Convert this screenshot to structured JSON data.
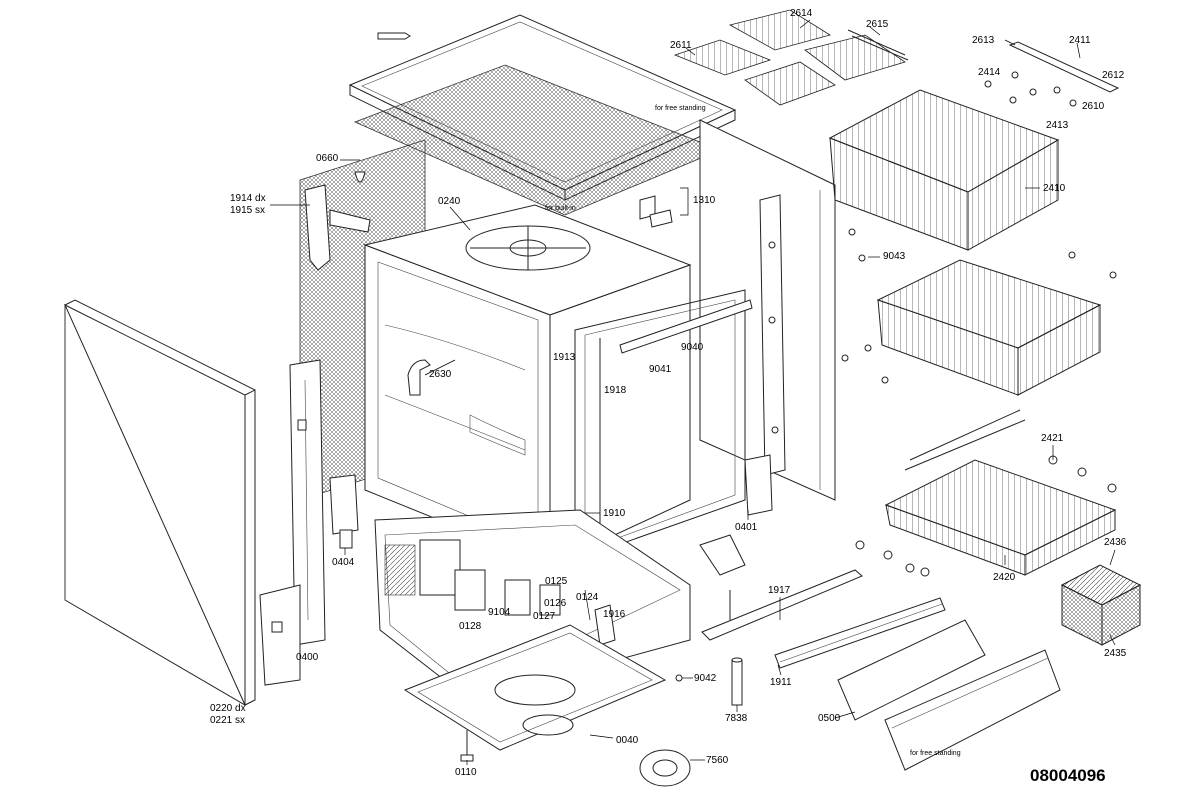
{
  "drawing": {
    "number": "08004096",
    "notes": {
      "free_standing_top": "for free standing",
      "built_in": "for built-in",
      "free_standing_bottom": "for free standing"
    }
  },
  "parts": {
    "p0110": "0110",
    "p0040": "0040",
    "p0124": "0124",
    "p0125": "0125",
    "p0126": "0126",
    "p0127": "0127",
    "p0128": "0128",
    "p0220": "0220 dx",
    "p0221": "0221 sx",
    "p0240": "0240",
    "p0400": "0400",
    "p0401": "0401",
    "p0404": "0404",
    "p0500": "0500",
    "p0660": "0660",
    "p1310": "1310",
    "p1910": "1910",
    "p1911": "1911",
    "p1913": "1913",
    "p1914": "1914 dx",
    "p1915": "1915 sx",
    "p1916": "1916",
    "p1917": "1917",
    "p1918": "1918",
    "p2410": "2410",
    "p2411": "2411",
    "p2413": "2413",
    "p2414": "2414",
    "p2420": "2420",
    "p2421": "2421",
    "p2435": "2435",
    "p2436": "2436",
    "p2610": "2610",
    "p2611": "2611",
    "p2612": "2612",
    "p2613": "2613",
    "p2614": "2614",
    "p2615": "2615",
    "p2630": "2630",
    "p7560": "7560",
    "p7838": "7838",
    "p9040": "9040",
    "p9041": "9041",
    "p9042": "9042",
    "p9043": "9043",
    "p9104": "9104"
  }
}
